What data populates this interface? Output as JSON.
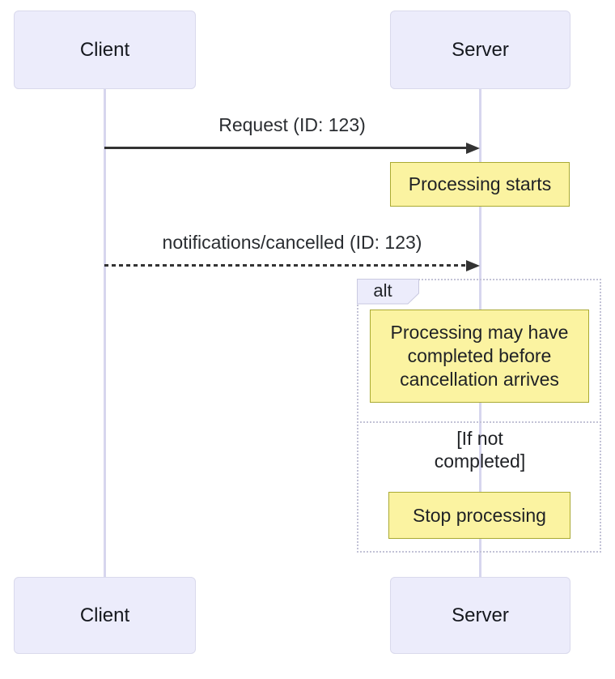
{
  "diagram": {
    "type": "sequence-diagram",
    "actors": [
      {
        "id": "client",
        "label": "Client"
      },
      {
        "id": "server",
        "label": "Server"
      }
    ],
    "messages": [
      {
        "from": "Client",
        "to": "Server",
        "label": "Request (ID: 123)",
        "style": "solid"
      },
      {
        "from": "Client",
        "to": "Server",
        "label": "notifications/cancelled (ID: 123)",
        "style": "dashed"
      }
    ],
    "notes": [
      {
        "over": "Server",
        "text": "Processing starts"
      },
      {
        "over": "Server",
        "text": "Processing may have completed before cancellation arrives"
      },
      {
        "over": "Server",
        "text": "Stop processing"
      }
    ],
    "alt": {
      "label": "alt",
      "condition": "[If not completed]"
    }
  },
  "colors": {
    "actor_fill": "#ECECFB",
    "actor_border": "#D9D9EC",
    "note_fill": "#FBF3A1",
    "note_border": "#AAAA33",
    "lifeline": "#D7D6EE",
    "frame_border": "#C2C2D6",
    "arrow": "#333333",
    "text": "#1B1B1B",
    "background": "#FFFFFF"
  }
}
